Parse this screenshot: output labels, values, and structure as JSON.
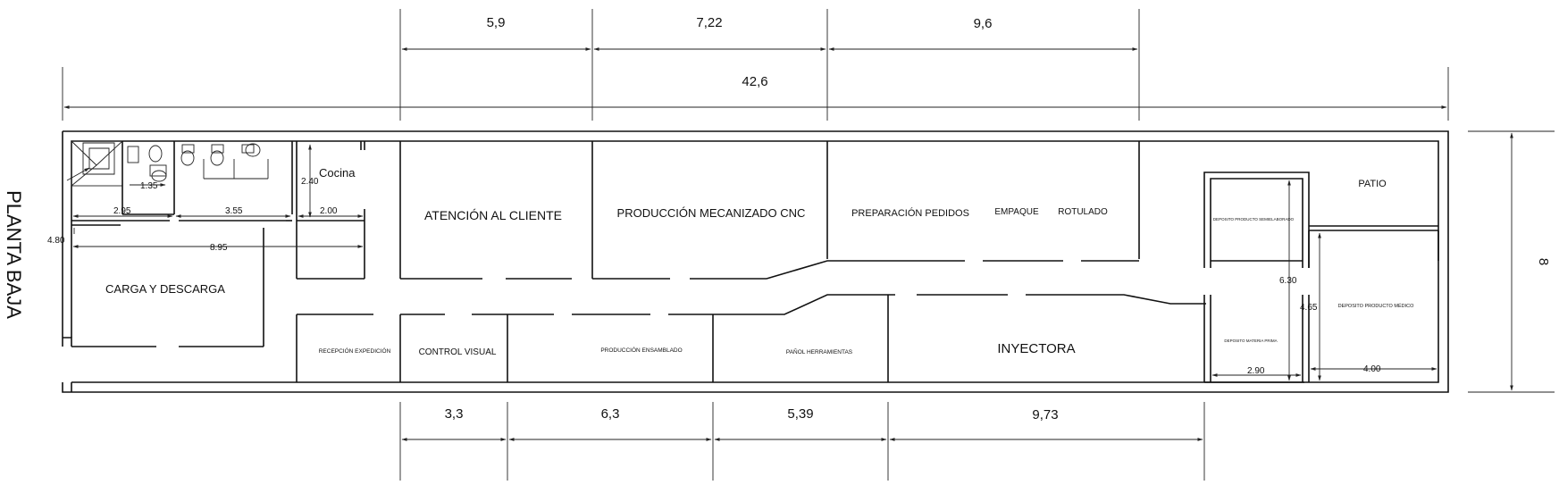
{
  "title_vertical": "PLANTA BAJA",
  "top_dims": {
    "seg1": "5,9",
    "seg2": "7,22",
    "seg3": "9,6",
    "overall": "42,6"
  },
  "bottom_dims": {
    "seg1": "3,3",
    "seg2": "6,3",
    "seg3": "5,39",
    "seg4": "9,73"
  },
  "right_dim": "8",
  "rooms": {
    "cocina": "Cocina",
    "atencion": "ATENCIÓN AL CLIENTE",
    "produccion_cnc": "PRODUCCIÓN MECANIZADO CNC",
    "preparacion": "PREPARACIÓN PEDIDOS",
    "empaque": "EMPAQUE",
    "rotulado": "ROTULADO",
    "patio": "PATIO",
    "deposito_semielaborado": "DEPOSITO PRODUCTO SEMIELABORADO",
    "carga": "CARGA Y DESCARGA",
    "recepcion": "RECEPCIÓN EXPEDICIÓN",
    "control": "CONTROL VISUAL",
    "ensamblado": "PRODUCCIÓN ENSAMBLADO",
    "panol": "PAÑOL HERRAMIENTAS",
    "inyectora": "INYECTORA",
    "deposito_materia": "DEPOSITO MATERIA PRIMA",
    "deposito_medico": "DEPOSITO PRODUCTO MÉDICO"
  },
  "inner_dims": {
    "d135": "1.35",
    "d240": "2.40",
    "d295": "2.95",
    "d355": "3.55",
    "d200": "2.00",
    "d480": "4.80",
    "d895": "8.95",
    "d630": "6.30",
    "d465": "4.65",
    "d290": "2.90",
    "d400": "4.00"
  }
}
